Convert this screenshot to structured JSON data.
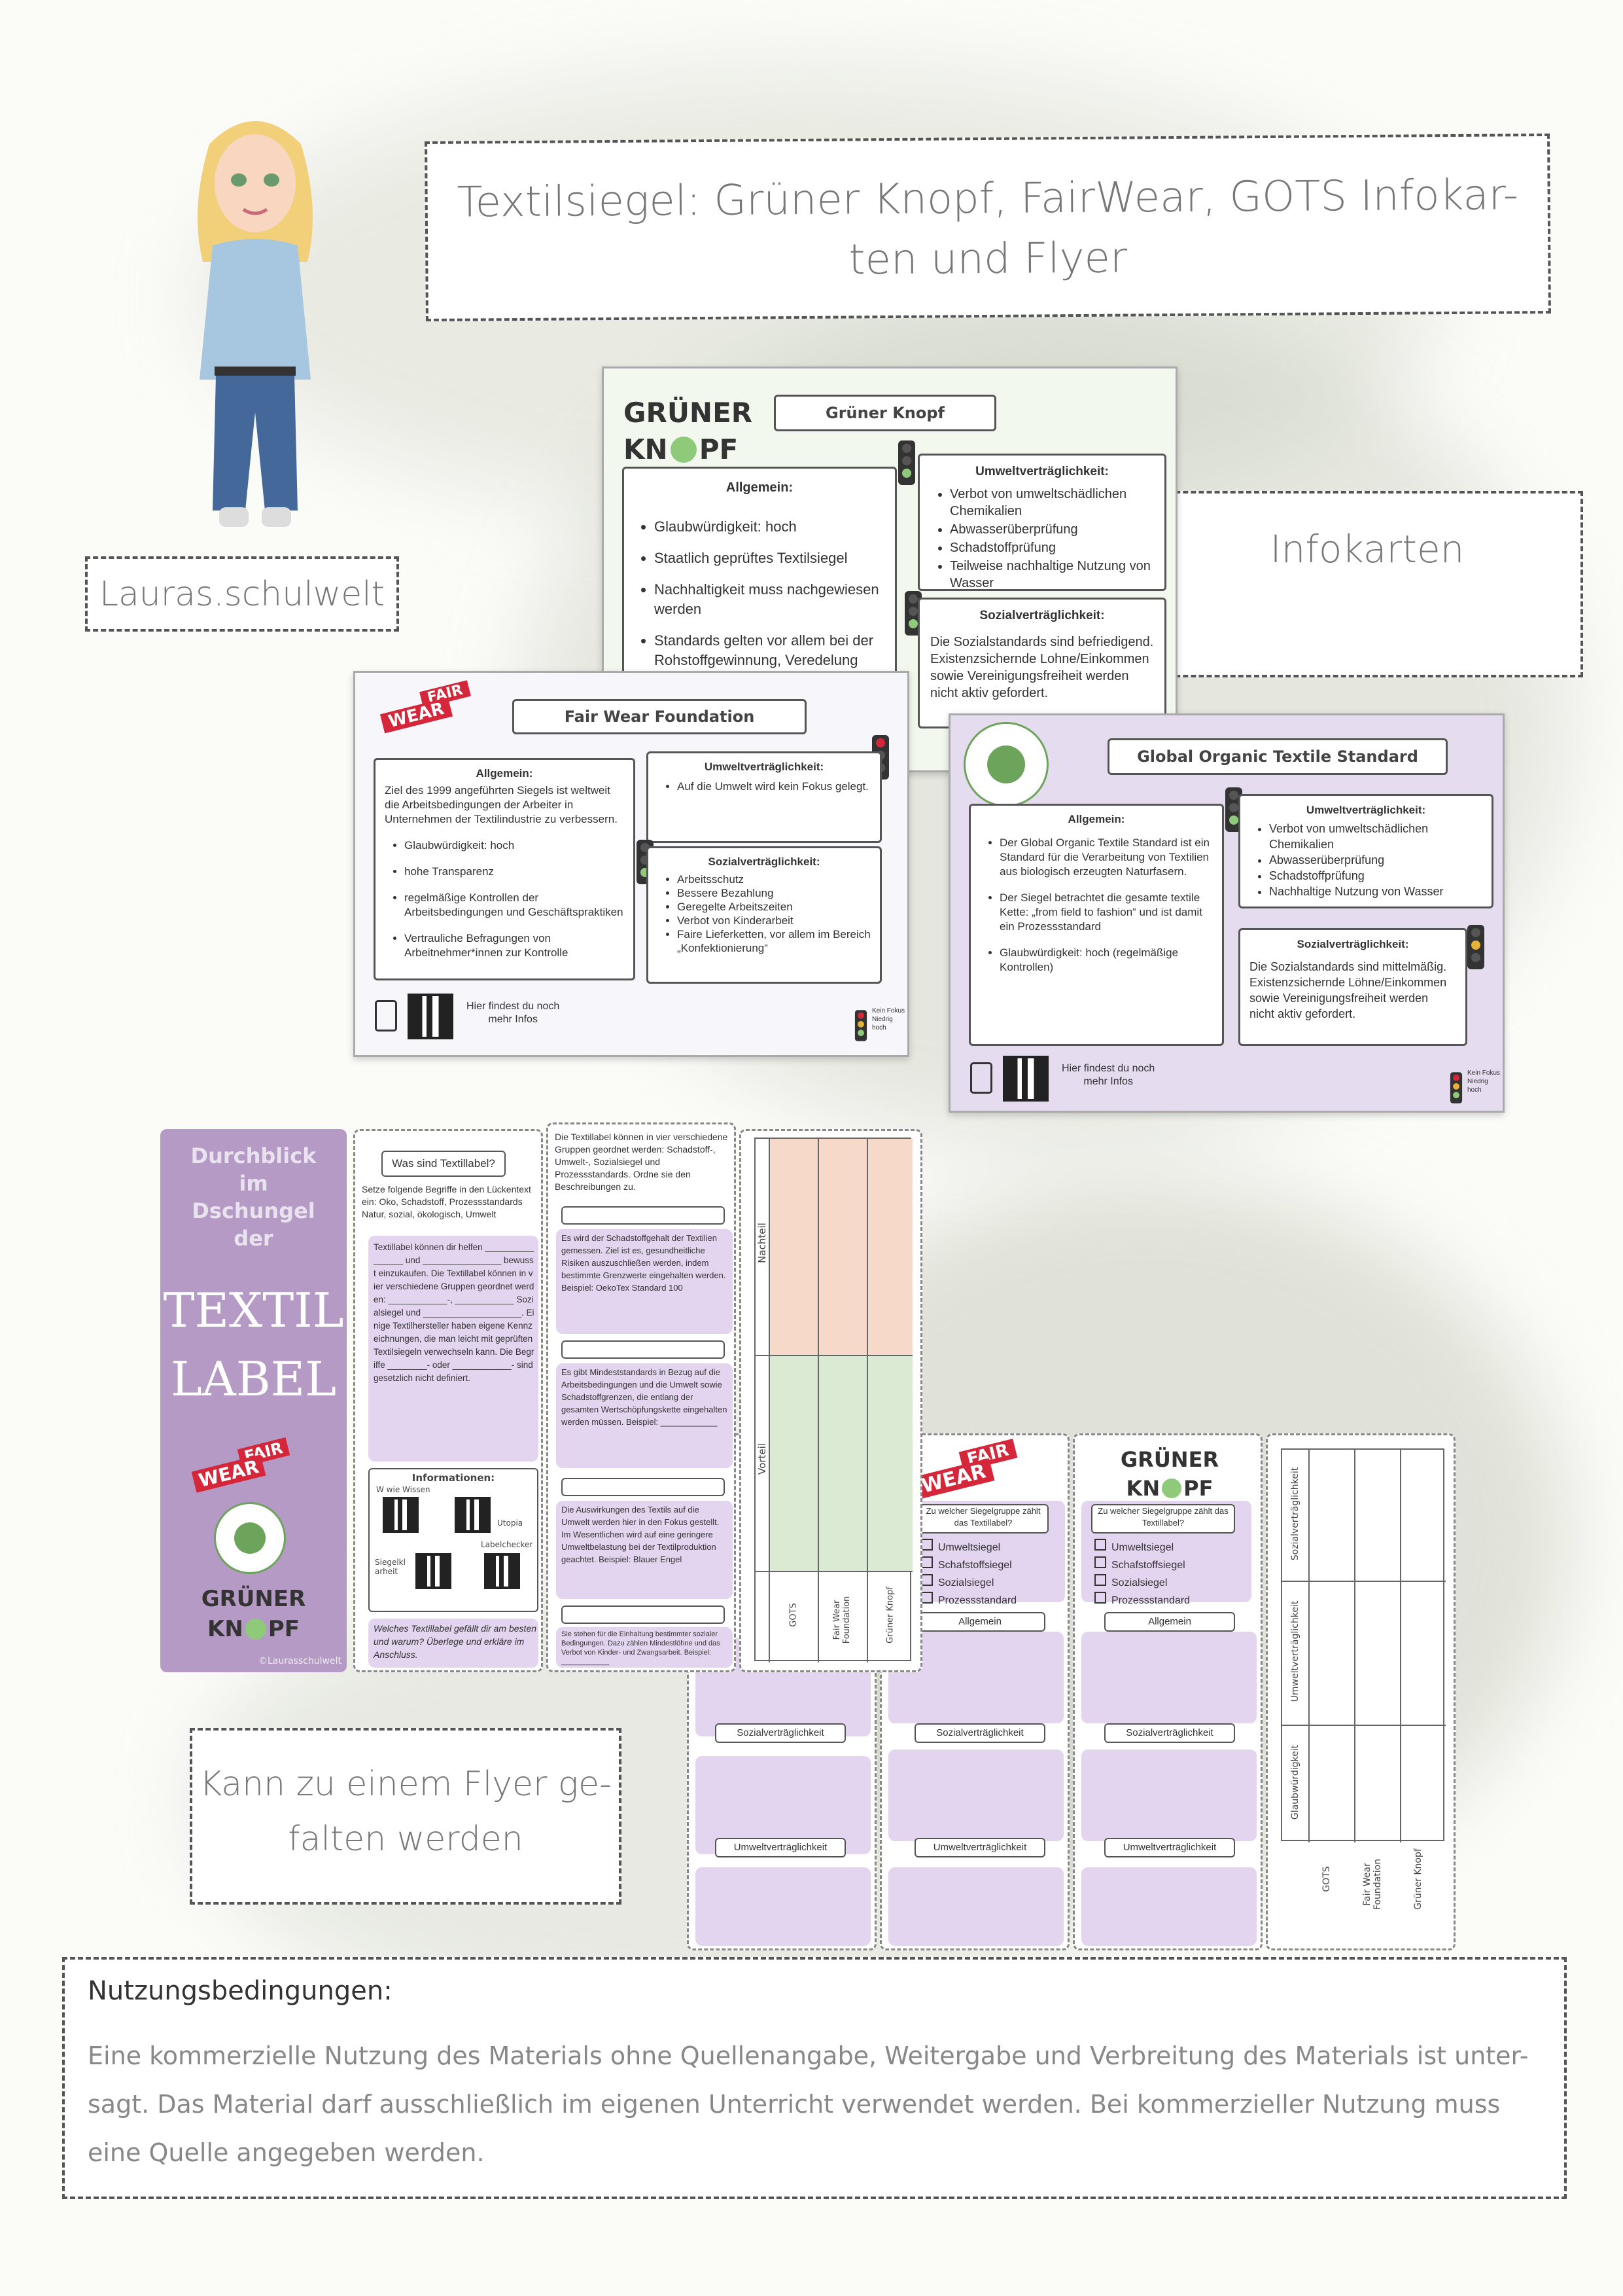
{
  "header": {
    "title": "Textilsiegel: Grüner Knopf, FairWear, GOTS Infokar-ten und Flyer",
    "title_line1": "Textilsiegel: Grüner Knopf, FairWear, GOTS Infokar-",
    "title_line2": "ten und Flyer"
  },
  "brand": {
    "name": "Lauras.schulwelt",
    "copyright": "©Laurasschulwelt"
  },
  "labels": {
    "infokarten": "Infokarten",
    "flyer_line1": "Kann zu einem Flyer ge-",
    "flyer_line2": "falten werden"
  },
  "gk_card": {
    "logo_line1": "GRÜNER",
    "logo_line2a": "KN",
    "logo_line2b": "PF",
    "title": "Grüner Knopf",
    "allgemein_head": "Allgemein:",
    "allgemein": [
      "Glaubwürdigkeit: hoch",
      "Staatlich geprüftes Textilsiegel",
      "Nachhaltigkeit muss nachgewiesen werden",
      "Standards gelten vor allem bei der Rohstoffgewinnung, Veredelung und in der Konfektionierung"
    ],
    "umwelt_head": "Umweltverträglichkeit:",
    "umwelt": [
      "Verbot von umweltschädlichen Chemikalien",
      "Abwasserüberprüfung",
      "Schadstoffprüfung",
      "Teilweise nachhaltige Nutzung von Wasser"
    ],
    "sozial_head": "Sozialverträglichkeit:",
    "sozial": "Die Sozialstandards sind befriedigend. Existenzsichernde Lohne/Einkommen sowie Vereinigungsfreiheit werden nicht aktiv gefordert."
  },
  "fw_card": {
    "logo_top": "FAIR",
    "logo_bottom": "WEAR",
    "title": "Fair Wear Foundation",
    "allgemein_head": "Allgemein:",
    "intro": "Ziel des 1999 angeführten Siegels ist weltweit die Arbeitsbedingungen der Arbeiter in Unternehmen der Textilindustrie zu verbessern.",
    "allgemein": [
      "Glaubwürdigkeit: hoch",
      "hohe Transparenz",
      "regelmäßige Kontrollen der Arbeitsbedingungen und Geschäftspraktiken",
      "Vertrauliche Befragungen von Arbeitnehmer*innen zur Kontrolle"
    ],
    "umwelt_head": "Umweltverträglichkeit:",
    "umwelt": [
      "Auf die Umwelt wird kein Fokus gelegt."
    ],
    "sozial_head": "Sozialverträglichkeit:",
    "sozial": [
      "Arbeitsschutz",
      "Bessere Bezahlung",
      "Geregelte Arbeitszeiten",
      "Verbot von Kinderarbeit",
      "Faire Lieferketten, vor allem im Bereich „Konfektionierung“"
    ],
    "qr_text_1": "Hier findest du noch",
    "qr_text_2": "mehr Infos",
    "legend": [
      "Kein Fokus",
      "Niedrig",
      "hoch"
    ]
  },
  "gots_card": {
    "title": "Global Organic Textile Standard",
    "allgemein_head": "Allgemein:",
    "allgemein": [
      "Der Global Organic Textile Standard ist ein Standard für die Verarbeitung von Textilien aus biologisch erzeugten Naturfasern.",
      "Der Siegel betrachtet die gesamte textile Kette: „from field to fashion“ und ist damit ein Prozessstandard",
      "Glaubwürdigkeit: hoch (regelmäßige Kontrollen)"
    ],
    "umwelt_head": "Umweltverträglichkeit:",
    "umwelt": [
      "Verbot von umweltschädlichen Chemikalien",
      "Abwasserüberprüfung",
      "Schadstoffprüfung",
      "Nachhaltige Nutzung von Wasser"
    ],
    "sozial_head": "Sozialverträglichkeit:",
    "sozial": "Die Sozialstandards sind mittelmäßig. Existenzsichernde Löhne/Einkommen sowie Vereinigungsfreiheit werden nicht aktiv gefordert.",
    "qr_text_1": "Hier findest du noch",
    "qr_text_2": "mehr Infos",
    "legend": [
      "Kein Fokus",
      "Niedrig",
      "hoch"
    ]
  },
  "flyer_cover": {
    "line1": "Durchblick",
    "line2": "im",
    "line3": "Dschungel",
    "line4": "der",
    "big1": "TEXTIL",
    "big2": "LABEL",
    "gk1": "GRÜNER",
    "gk2a": "KN",
    "gk2b": "PF"
  },
  "flyer_p1": {
    "q": "Was sind Textillabel?",
    "instr": "Setze folgende Begriffe in den Lückentext ein: Oko, Schadstoff, Prozessstandards Natur, sozial, ökologisch, Umwelt",
    "cloze": "Textillabel können dir helfen ________________ und ________________ bewusst einzukaufen. Die Textillabel können in vier verschiedene Gruppen geordnet werden: ____________-, ____________ Sozialsiegel und ____________________. Einige Textilhersteller haben eigene Kennzeichnungen, die man leicht mit geprüften Textilsiegeln verwechseln kann. Die Begriffe ________- oder ____________- sind gesetzlich nicht definiert.",
    "info_head": "Informationen:",
    "qr_labels": [
      "W wie Wissen",
      "Utopia",
      "Labelchecker",
      "Siegelklarheit"
    ],
    "bottom": "Welches Textillabel gefällt dir am besten und warum? Überlege und erkläre im Anschluss."
  },
  "flyer_p2": {
    "intro": "Die Textillabel können in vier verschiedene Gruppen geordnet werden: Schadstoff-, Umwelt-, Sozialsiegel und Prozessstandards. Ordne sie den Beschreibungen zu.",
    "items": [
      "Es wird der Schadstoffgehalt der Textilien gemessen. Ziel ist es, gesundheitliche Risiken auszuschließen werden, indem bestimmte Grenzwerte eingehalten werden. Beispiel: OekoTex Standard 100",
      "Es gibt Mindeststandards in Bezug auf die Arbeitsbedingungen und die Umwelt sowie Schadstoffgrenzen, die entlang der gesamten Wertschöpfungskette eingehalten werden müssen. Beispiel: ____________",
      "Die Auswirkungen des Textils auf die Umwelt werden hier in den Fokus gestellt. Im Wesentlichen wird auf eine geringere Umweltbelastung bei der Textilproduktion geachtet. Beispiel: Blauer Engel",
      "Sie stehen für die Einhaltung bestimmter sozialer Bedingungen. Dazu zählen Mindestlöhne und das Verbot von Kinder- und Zwangsarbeit. Beispiel: ____________"
    ]
  },
  "flyer_p3": {
    "row_head": "Nachteil",
    "row_head2": "Vorteil",
    "cols": [
      "GOTS",
      "Fair Wear Foundation",
      "Grüner Knopf"
    ]
  },
  "flyer_back": {
    "question": "Zu welcher Siegelgruppe zählt das Textillabel?",
    "options": [
      "Umweltsiegel",
      "Schafstoffsiegel",
      "Sozialsiegel",
      "Prozessstandard"
    ],
    "allgemein": "Allgemein",
    "sozial": "Sozialverträglichkeit",
    "umwelt": "Umweltverträglichkeit",
    "gk1": "GRÜNER",
    "gk2a": "KN",
    "gk2b": "PF",
    "fw_top": "FAIR",
    "fw_bottom": "WEAR"
  },
  "flyer_table": {
    "rows": [
      "Sozialverträglichkeit",
      "Umweltverträglichkeit",
      "Glaubwürdigkeit"
    ],
    "cols": [
      "GOTS",
      "Fair Wear Foundation",
      "Grüner Knopf"
    ]
  },
  "terms": {
    "head": "Nutzungsbedingungen:",
    "line1": "Eine kommerzielle Nutzung des Materials ohne Quellenangabe, Weitergabe und Verbreitung des Materials ist unter-",
    "line2": "sagt. Das Material darf ausschließlich im eigenen Unterricht verwendet werden. Bei kommerzieller Nutzung muss",
    "line3": "eine Quelle angegeben werden."
  },
  "colors": {
    "accent_purple": "#cbb6d9",
    "light_purple": "#e9dff2",
    "green": "#8fc97a",
    "red": "#d6263a"
  }
}
